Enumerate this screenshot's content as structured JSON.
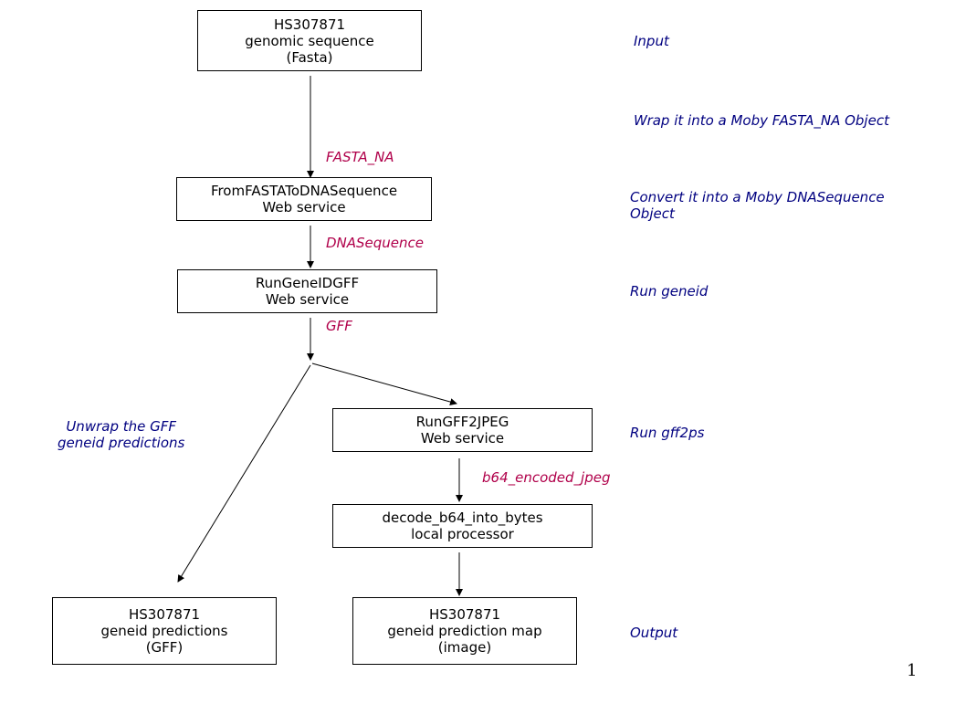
{
  "nodes": {
    "input": {
      "line1": "HS307871",
      "line2": "genomic sequence",
      "line3": "(Fasta)"
    },
    "fasta_to_dna": {
      "line1": "FromFASTAToDNASequence",
      "line2": "Web service"
    },
    "run_geneid": {
      "line1": "RunGeneIDGFF",
      "line2": "Web service"
    },
    "run_gff2jpeg": {
      "line1": "RunGFF2JPEG",
      "line2": "Web service"
    },
    "decode": {
      "line1": "decode_b64_into_bytes",
      "line2": "local processor"
    },
    "output_gff": {
      "line1": "HS307871",
      "line2": "geneid predictions",
      "line3": "(GFF)"
    },
    "output_map": {
      "line1": "HS307871",
      "line2": "geneid prediction map",
      "line3": "(image)"
    }
  },
  "edge_labels": {
    "fasta_na": "FASTA_NA",
    "dna_sequence": "DNASequence",
    "gff": "GFF",
    "b64_jpeg": "b64_encoded_jpeg"
  },
  "notes": {
    "input": "Input",
    "wrap": "Wrap it into a Moby FASTA_NA Object",
    "convert_line1": "Convert it into a Moby DNASequence",
    "convert_line2": "Object",
    "run_geneid": "Run geneid",
    "unwrap_line1": "Unwrap the GFF",
    "unwrap_line2": "geneid predictions",
    "run_gff2ps": "Run gff2ps",
    "output": "Output"
  },
  "page_number": "1",
  "colors": {
    "note_text": "#000080",
    "edge_label_text": "#b0004a",
    "box_border": "#000000"
  }
}
